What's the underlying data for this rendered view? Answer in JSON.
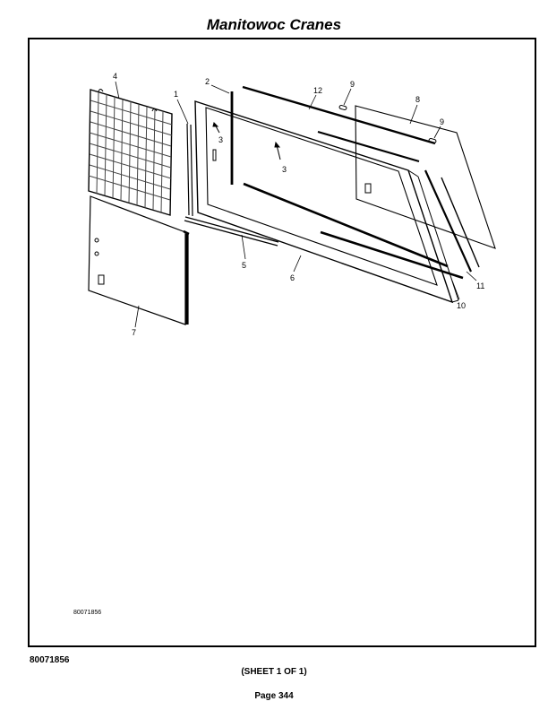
{
  "header": {
    "title": "Manitowoc Cranes"
  },
  "drawing": {
    "drawing_number": "80071856",
    "callouts": [
      {
        "id": "c4",
        "label": "4"
      },
      {
        "id": "c1",
        "label": "1"
      },
      {
        "id": "c2",
        "label": "2"
      },
      {
        "id": "c12",
        "label": "12"
      },
      {
        "id": "c9a",
        "label": "9"
      },
      {
        "id": "c8",
        "label": "8"
      },
      {
        "id": "c9b",
        "label": "9"
      },
      {
        "id": "c3a",
        "label": "3"
      },
      {
        "id": "c3b",
        "label": "3"
      },
      {
        "id": "c5",
        "label": "5"
      },
      {
        "id": "c6",
        "label": "6"
      },
      {
        "id": "c7",
        "label": "7"
      },
      {
        "id": "c11",
        "label": "11"
      },
      {
        "id": "c10",
        "label": "10"
      }
    ]
  },
  "footer": {
    "document_number": "80071856",
    "sheet": "(SHEET 1 OF 1)",
    "page": "Page 344"
  }
}
